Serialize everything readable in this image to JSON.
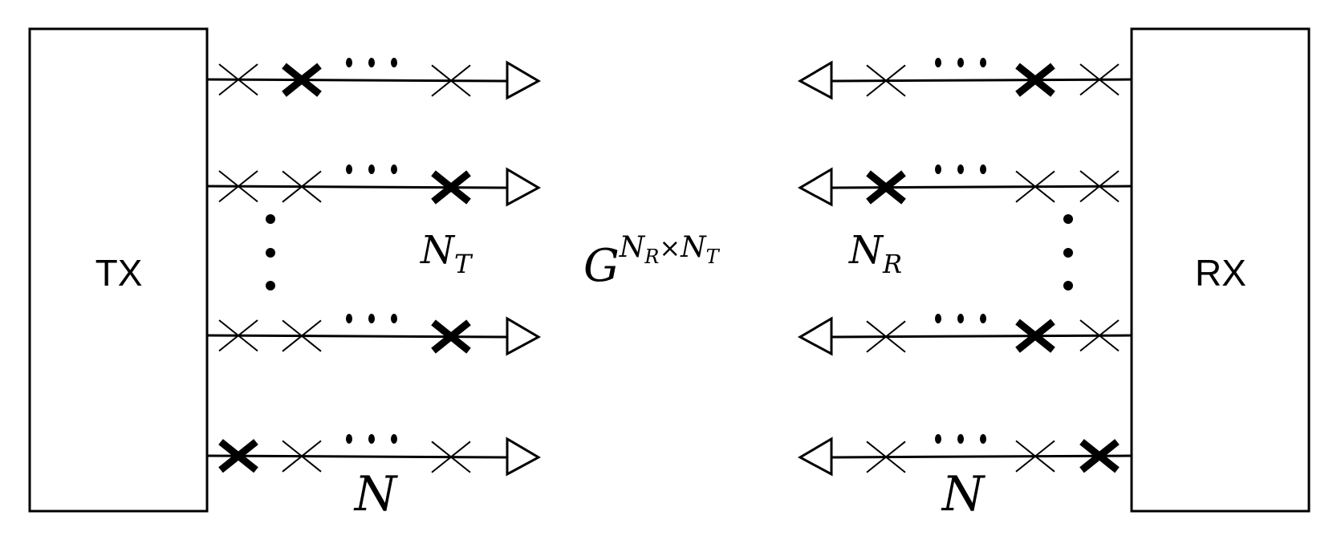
{
  "tx": {
    "label": "TX"
  },
  "rx": {
    "label": "RX"
  },
  "labels": {
    "n_t": {
      "base": "N",
      "sub": "T"
    },
    "n_r": {
      "base": "N",
      "sub": "R"
    },
    "channel": {
      "base": "G",
      "sup_a": "N",
      "sup_a_sub": "R",
      "times": "×",
      "sup_b": "N",
      "sup_b_sub": "T"
    },
    "tx_n": "N",
    "rx_n": "N"
  },
  "tx_rows": [
    {
      "bold_index": 1
    },
    {
      "bold_index": 3
    },
    {
      "bold_index": 3
    },
    {
      "bold_index": 0
    }
  ],
  "rx_rows": [
    {
      "bold_index": 2
    },
    {
      "bold_index": 0
    },
    {
      "bold_index": 2
    },
    {
      "bold_index": 3
    }
  ]
}
